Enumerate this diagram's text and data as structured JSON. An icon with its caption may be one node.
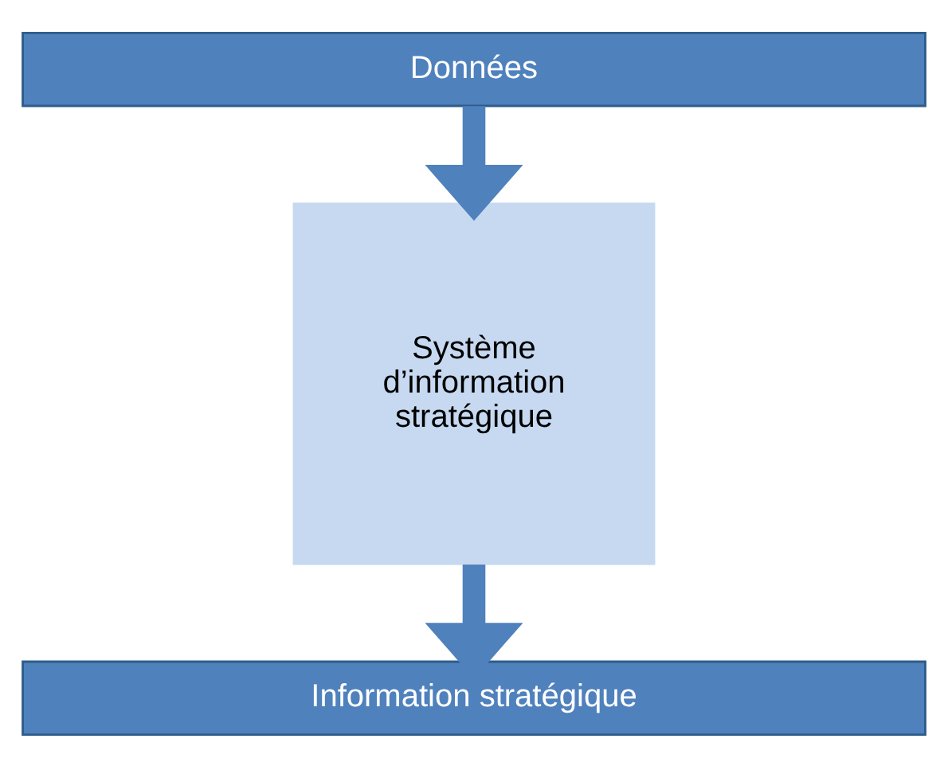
{
  "diagram": {
    "nodes": [
      {
        "text": [
          "Données"
        ]
      },
      {
        "text": [
          "Système d’information stratégique"
        ]
      },
      {
        "text": [
          "Information stratégique"
        ]
      }
    ],
    "edges": [
      {
        "from": 0,
        "to": 1,
        "arrow": "to"
      },
      {
        "from": 1,
        "to": 2,
        "arrow": "to"
      }
    ]
  }
}
